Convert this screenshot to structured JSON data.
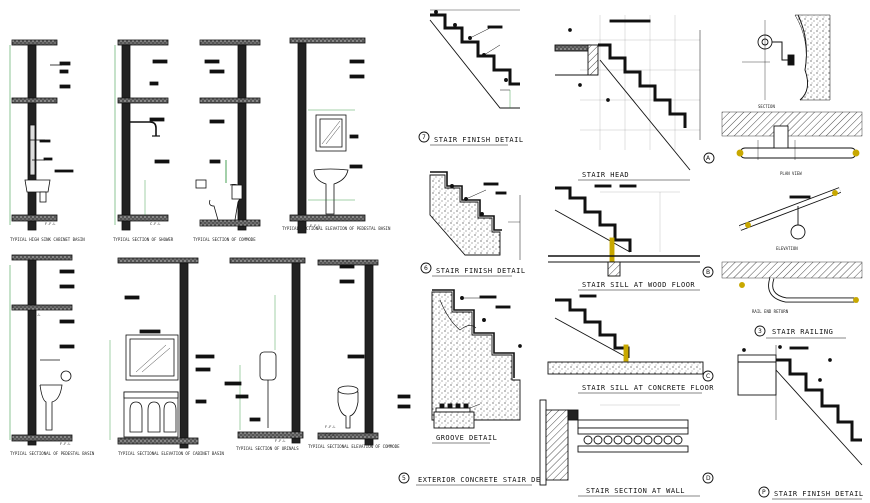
{
  "colors": {
    "line": "#111111",
    "dim": "#1a8a2a",
    "accent": "#c8a800",
    "paper": "#ffffff"
  },
  "plumbing": {
    "captions": [
      "TYPICAL HIGH SINK CABINET BASIN",
      "TYPICAL SECTION OF SHOWER",
      "TYPICAL SECTION OF COMMODE",
      "TYPICAL SECTIONAL ELEVATION OF PEDESTAL BASIN",
      "TYPICAL SECTIONAL OF PEDESTAL BASIN",
      "TYPICAL SECTIONAL ELEVATION OF CABINET BASIN",
      "TYPICAL SECTION OF URINALS",
      "TYPICAL SECTIONAL ELEVATION OF COMMODE"
    ],
    "ffl": "F.F.L",
    "cfl": "C.F.L"
  },
  "stairs": {
    "finish_7": {
      "num": "7",
      "title": "STAIR FINISH DETAIL"
    },
    "finish_6": {
      "num": "6",
      "title": "STAIR FINISH DETAIL"
    },
    "groove": {
      "title": "GROOVE DETAIL"
    },
    "exterior": {
      "num": "5",
      "title": "EXTERIOR CONCRETE STAIR DET"
    },
    "head": {
      "title": "STAIR HEAD",
      "tag": "A"
    },
    "wood": {
      "title": "STAIR SILL AT WOOD FLOOR",
      "tag": "B"
    },
    "concrete": {
      "title": "STAIR SILL AT CONCRETE FLOOR",
      "tag": "C"
    },
    "wall": {
      "title": "STAIR SECTION AT WALL",
      "tag": "D"
    },
    "railing": {
      "num": "3",
      "title": "STAIR RAILING",
      "section": "SECTION",
      "plan": "PLAN VIEW",
      "elevation": "ELEVATION",
      "rail_end": "RAIL END RETURN"
    },
    "finish_p": {
      "num": "P",
      "title": "STAIR FINISH DETAIL"
    }
  }
}
